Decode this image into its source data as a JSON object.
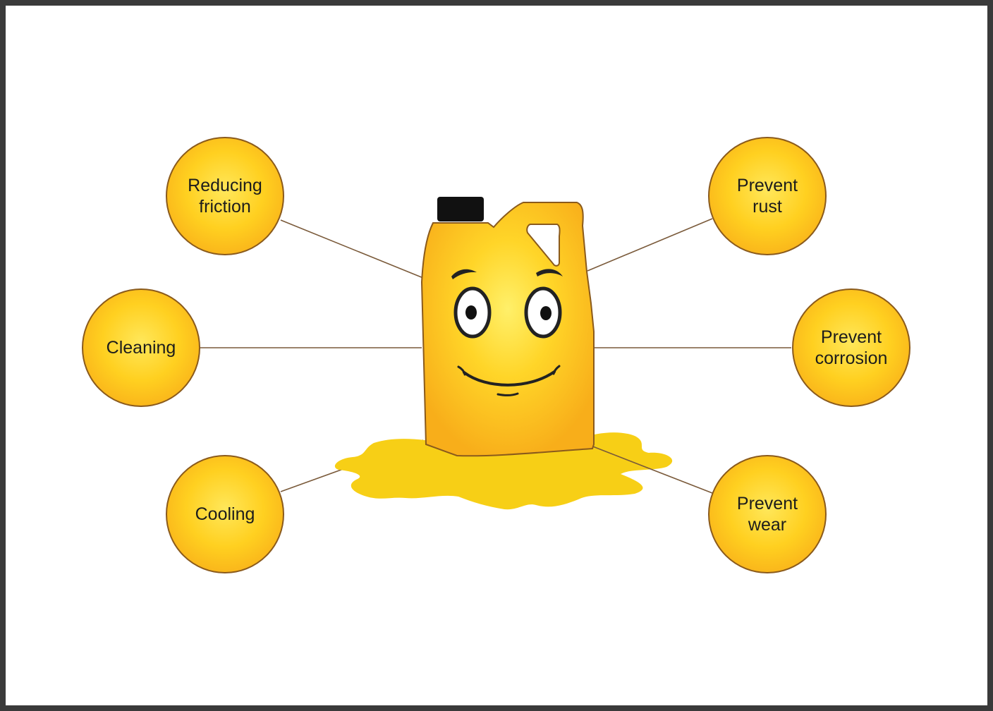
{
  "diagram": {
    "center": "oil-canister-mascot",
    "nodes": [
      {
        "id": "reducing-friction",
        "label": "Reducing\nfriction"
      },
      {
        "id": "cleaning",
        "label": "Cleaning"
      },
      {
        "id": "cooling",
        "label": "Cooling"
      },
      {
        "id": "prevent-rust",
        "label": "Prevent\nrust"
      },
      {
        "id": "prevent-corrosion",
        "label": "Prevent\ncorrosion"
      },
      {
        "id": "prevent-wear",
        "label": "Prevent\nwear"
      }
    ]
  },
  "colors": {
    "node_fill": "#ffd020",
    "node_border": "#8a5a1c",
    "connector": "#7a5a3a",
    "canister": "#ffc21e",
    "cap": "#111111",
    "puddle": "#f7cf16"
  }
}
